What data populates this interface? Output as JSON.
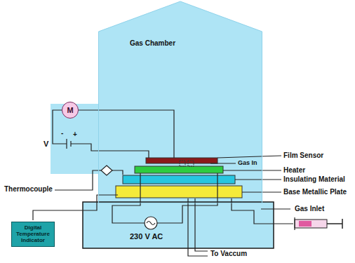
{
  "diagram": {
    "nodes": [
      {
        "text": [
          "Gas Chamber"
        ]
      },
      {
        "text": [
          "M"
        ]
      },
      {
        "text": [
          "Digital Temperature Indicator"
        ]
      }
    ],
    "labels": [
      "V",
      "-",
      "+",
      "Film Sensor",
      "Gas In",
      "Heater",
      "Insulating Material",
      "Base Metallic Plate",
      "Thermocouple",
      "230 V AC",
      "Gas Inlet",
      "To Vaccum"
    ]
  }
}
